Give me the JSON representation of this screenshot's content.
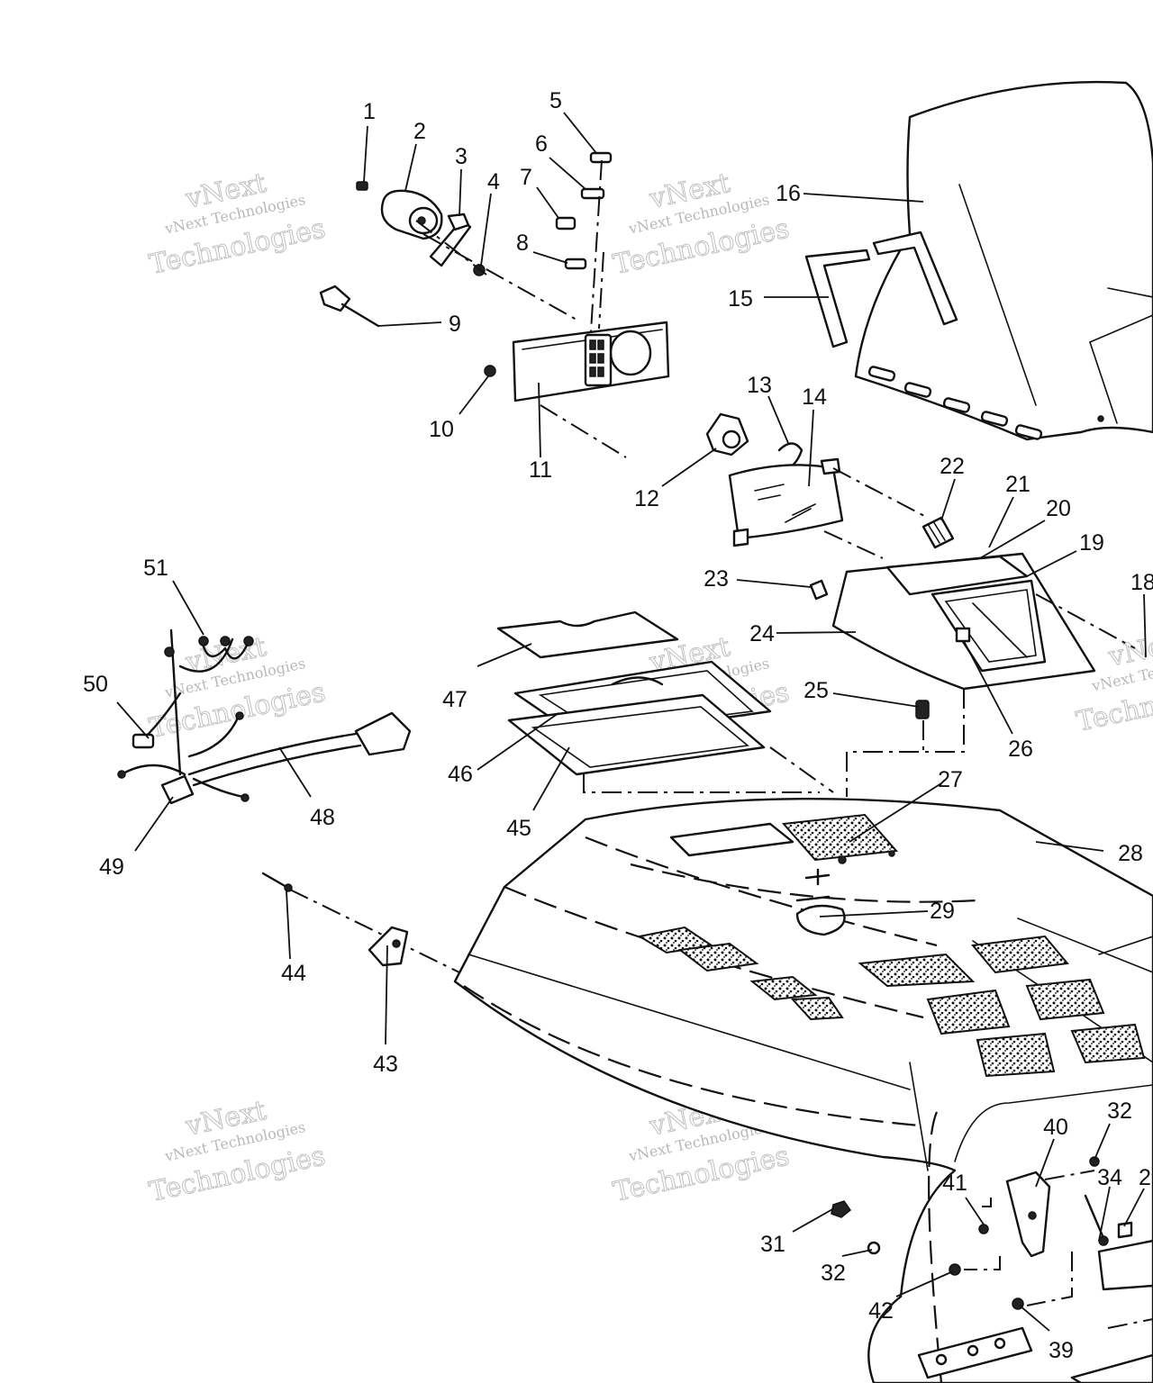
{
  "watermark": {
    "line1": "vNext Technologies",
    "line2": "Technologies",
    "logo_text": "vNext"
  },
  "callouts": [
    {
      "label": "1"
    },
    {
      "label": "2"
    },
    {
      "label": "3"
    },
    {
      "label": "4"
    },
    {
      "label": "5"
    },
    {
      "label": "6"
    },
    {
      "label": "7"
    },
    {
      "label": "8"
    },
    {
      "label": "9"
    },
    {
      "label": "10"
    },
    {
      "label": "11"
    },
    {
      "label": "12"
    },
    {
      "label": "13"
    },
    {
      "label": "14"
    },
    {
      "label": "15"
    },
    {
      "label": "16"
    },
    {
      "label": "18"
    },
    {
      "label": "19"
    },
    {
      "label": "20"
    },
    {
      "label": "21"
    },
    {
      "label": "22"
    },
    {
      "label": "23"
    },
    {
      "label": "24"
    },
    {
      "label": "25"
    },
    {
      "label": "26"
    },
    {
      "label": "27"
    },
    {
      "label": "28"
    },
    {
      "label": "29"
    },
    {
      "label": "31"
    },
    {
      "label": "32"
    },
    {
      "label": "32"
    },
    {
      "label": "34"
    },
    {
      "label": "39"
    },
    {
      "label": "40"
    },
    {
      "label": "41"
    },
    {
      "label": "42"
    },
    {
      "label": "43"
    },
    {
      "label": "44"
    },
    {
      "label": "45"
    },
    {
      "label": "46"
    },
    {
      "label": "47"
    },
    {
      "label": "48"
    },
    {
      "label": "49"
    },
    {
      "label": "50"
    },
    {
      "label": "51"
    },
    {
      "label": "2"
    }
  ]
}
